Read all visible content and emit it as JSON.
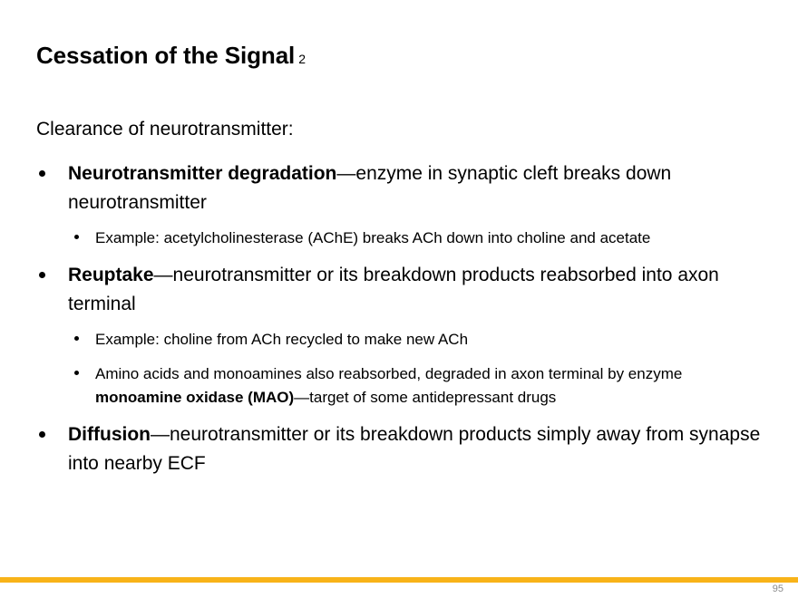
{
  "slide": {
    "title": "Cessation of the Signal",
    "title_suffix": "2",
    "intro": "Clearance of neurotransmitter:",
    "bullets": [
      {
        "lead": "Neurotransmitter degradation",
        "rest": "—enzyme in synaptic cleft breaks down neurotransmitter",
        "sub": [
          {
            "lead": "",
            "rest": "Example: acetylcholinesterase (AChE) breaks ACh down into choline and acetate",
            "tail": ""
          }
        ]
      },
      {
        "lead": "Reuptake",
        "rest": "—neurotransmitter or its breakdown products reabsorbed into axon terminal",
        "sub": [
          {
            "lead": "",
            "rest": "Example: choline from ACh recycled to make new ACh",
            "tail": ""
          },
          {
            "lead": "Amino acids and monoamines also reabsorbed, degraded in axon terminal by enzyme ",
            "rest": "monoamine oxidase (MAO)",
            "tail": "—target of some antidepressant drugs"
          }
        ]
      },
      {
        "lead": "Diffusion",
        "rest": "—neurotransmitter or its breakdown products simply away from synapse into nearby ECF",
        "sub": []
      }
    ],
    "footer": {
      "page_number": "95",
      "rule_color": "#f8b319"
    }
  }
}
